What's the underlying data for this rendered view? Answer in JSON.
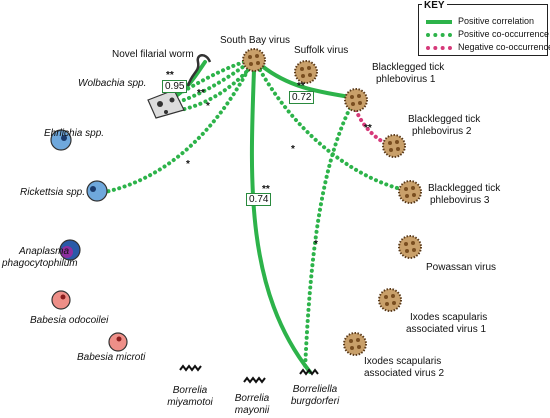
{
  "key": {
    "title": "KEY",
    "items": [
      {
        "label": "Positive correlation",
        "style": "solid",
        "color": "#2db34a"
      },
      {
        "label": "Positive co-occurrence",
        "style": "dotted",
        "color": "#2db34a"
      },
      {
        "label": "Negative co-occurrence",
        "style": "dotted",
        "color": "#d63a7a"
      }
    ]
  },
  "nodes": {
    "south_bay": "South Bay virus",
    "suffolk": "Suffolk virus",
    "filarial": "Novel filarial worm",
    "wolbachia": "Wolbachia spp.",
    "ehrlichia": "Ehrlichia spp.",
    "rickettsia": "Rickettsia spp.",
    "anaplasma_1": "Anaplasma",
    "anaplasma_2": "phagocytophilum",
    "babesia_od": "Babesia odocoilei",
    "babesia_mi": "Babesia microti",
    "bm_1": "Borrelia",
    "bm_2": "miyamotoi",
    "bmay_1": "Borrelia",
    "bmay_2": "mayonii",
    "bb_1": "Borreliella",
    "bb_2": "burgdorferi",
    "phlebo1_1": "Blacklegged tick",
    "phlebo1_2": "phlebovirus 1",
    "phlebo2_1": "Blacklegged tick",
    "phlebo2_2": "phlebovirus 2",
    "phlebo3_1": "Blacklegged tick",
    "phlebo3_2": "phlebovirus 3",
    "powassan": "Powassan virus",
    "isav1_1": "Ixodes scapularis",
    "isav1_2": "associated virus 1",
    "isav2_1": "Ixodes scapularis",
    "isav2_2": "associated virus 2"
  },
  "edges": {
    "wolbachia_filarial": "0.95",
    "southbay_phlebo1": "0.72",
    "southbay_borreliella": "0.74"
  },
  "stars": {
    "s1": "**",
    "s2": "**",
    "s3": "*",
    "s4": "**",
    "s5": "**",
    "s6": "*",
    "s7": "*",
    "s8": "**",
    "s9": "*"
  }
}
